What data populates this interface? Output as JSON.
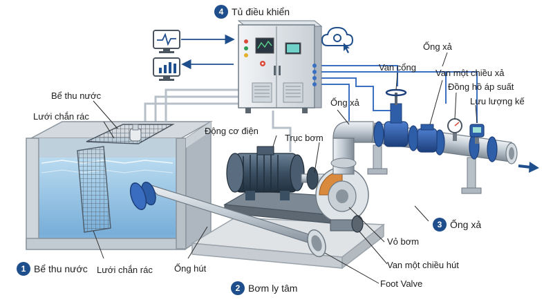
{
  "colors": {
    "accent_blue": "#1f4e8c",
    "water": "#8fc3e6",
    "pipe_steel": "#b9c3cc",
    "valve_blue": "#2f5ea8",
    "cabinet": "#e3e7ea",
    "motor": "#3b4f63",
    "impeller": "#d98a3d"
  },
  "icons": [
    "monitor-chart-icon",
    "monitor-bar-chart-icon",
    "cloud-gear-icon",
    "flow-arrow-icon"
  ],
  "sections": [
    {
      "number": "1",
      "label": "Bể thu nước"
    },
    {
      "number": "2",
      "label": "Bơm ly tâm"
    },
    {
      "number": "3",
      "label": "Ống xả"
    },
    {
      "number": "4",
      "label": "Tủ điều khiển"
    }
  ],
  "labels": {
    "tank": "Bể thu nước",
    "screen_top": "Lưới chắn rác",
    "screen_bottom": "Lưới chắn rác",
    "suction_pipe": "Ống hút",
    "motor": "Động cơ điện",
    "shaft": "Trục bơm",
    "discharge_pipe_top": "Ống xả",
    "gate_valve": "Van cổng",
    "check_valve": "Van một chiều xả",
    "pressure_gauge": "Đồng hồ áp suất",
    "flow_meter": "Lưu lượng kế",
    "discharge_outlet": "Ống xả",
    "pump_casing": "Vỏ bơm",
    "suction_check_valve": "Van một chiều hút",
    "foot_valve": "Foot Valve"
  }
}
